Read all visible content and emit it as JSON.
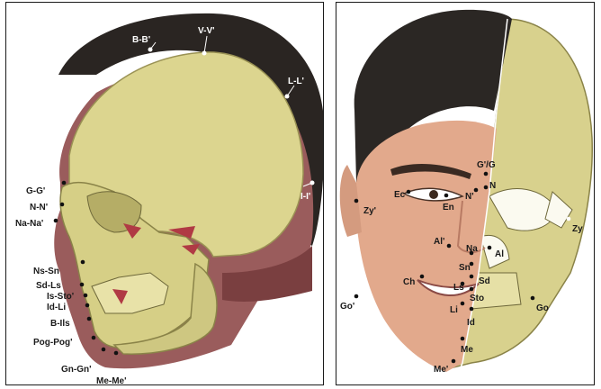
{
  "left_figure": {
    "labels": {
      "b_b": "B-B'",
      "v_v": "V-V'",
      "l_l": "L-L'",
      "i_i": "I-I'",
      "g_g": "G-G'",
      "n_n": "N-N'",
      "na_na": "Na-Na'",
      "ns_sn": "Ns-Sn",
      "sd_ls": "Sd-Ls",
      "is_sto": "Is-Sto'",
      "id_li": "Id-Li",
      "b_ils": "B-Ils",
      "pog_pog": "Pog-Pog'",
      "gn_gn": "Gn-Gn'",
      "me_me": "Me-Me'"
    }
  },
  "right_figure": {
    "labels": {
      "g_g": "G'/G",
      "n": "N",
      "n_prime": "N'",
      "ec": "Ec",
      "en": "En",
      "zy_prime": "Zy'",
      "zy": "Zy",
      "al_prime": "Al'",
      "al": "Al",
      "na": "Na",
      "sn": "Sn",
      "sd": "Sd",
      "ls": "Ls",
      "ch": "Ch",
      "sto": "Sto",
      "li": "Li",
      "go_prime": "Go'",
      "go": "Go",
      "id": "Id",
      "me": "Me",
      "me_prime": "Me'"
    }
  }
}
